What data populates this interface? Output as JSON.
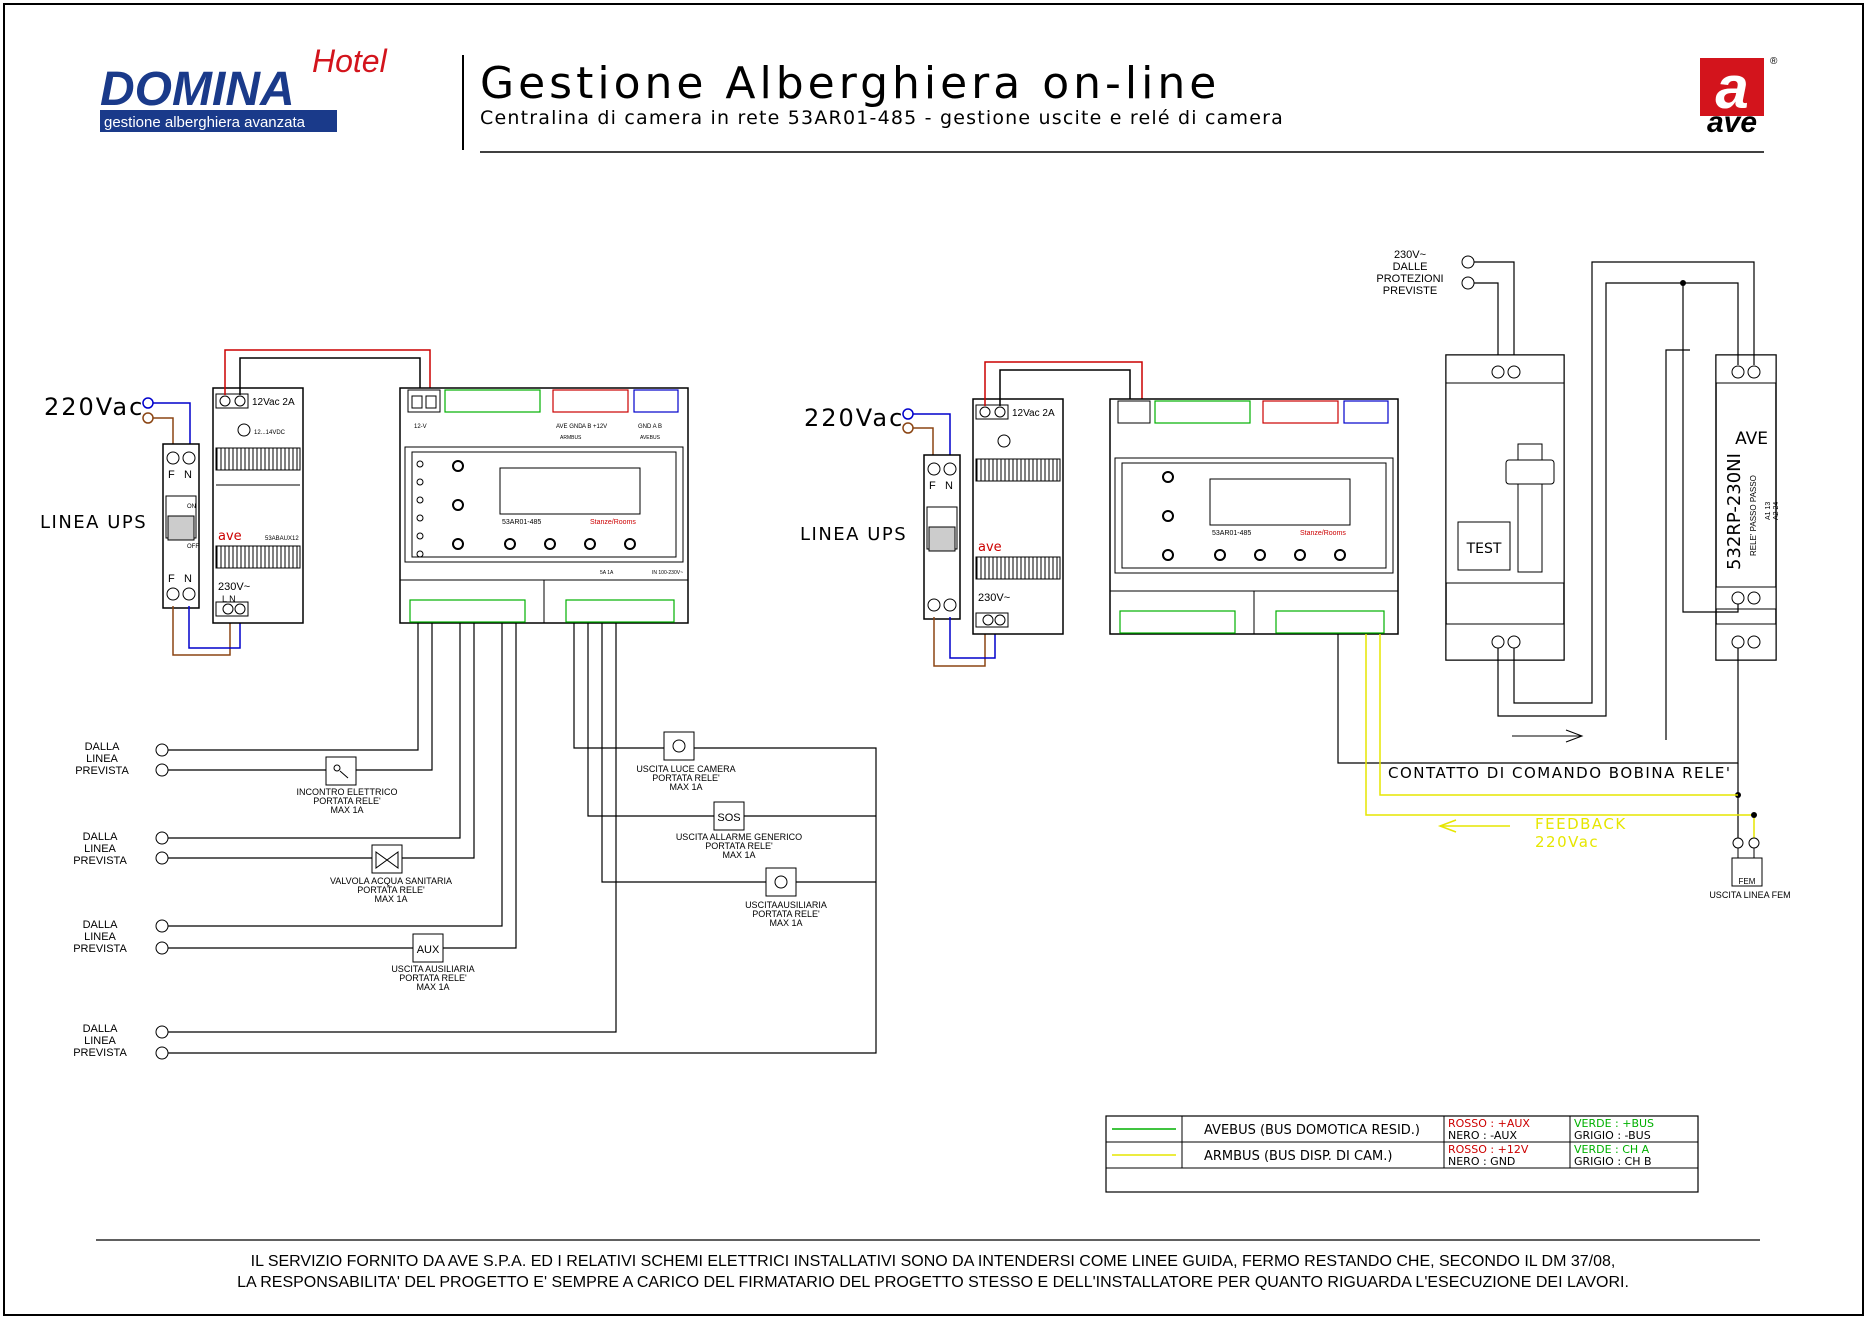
{
  "header": {
    "brand_main": "DOMINA",
    "brand_script": "Hotel",
    "brand_sub": "gestione alberghiera avanzata",
    "title": "Gestione Alberghiera on-line",
    "subtitle": "Centralina di camera in rete 53AR01-485 - gestione uscite e relé di camera",
    "ave_logo_letter": "a",
    "ave_logo_word": "ave",
    "ave_registered": "®"
  },
  "colors": {
    "red": "#cc0000",
    "blue": "#0000cc",
    "green": "#00b000",
    "yellow": "#e6e600",
    "brown": "#8b4513",
    "brand_blue": "#1a3a8a",
    "brand_red": "#d3141c"
  },
  "left": {
    "supply": "220Vac",
    "linea_ups": "LINEA UPS",
    "breaker_f": "F",
    "breaker_n": "N",
    "breaker_on": "ON",
    "breaker_off": "OFF",
    "psu_out": "12Vac 2A",
    "psu_adj": "12...14VDC",
    "psu_brand": "ave",
    "psu_model": "53ABAUX12",
    "psu_in": "230V~",
    "psu_ln": "L N",
    "unit_model": "53AR01-485",
    "unit_rooms": "Stanze/Rooms",
    "unit_top_left": "12-V",
    "unit_terms_a": "AVE GND",
    "unit_terms_b": "A B +12V",
    "unit_terms_c": "GND A B",
    "unit_bus_a": "ARMBUS",
    "unit_bus_b": "AVEBUS",
    "unit_rating": "5A 1A",
    "unit_supply": "IN 100-230V~"
  },
  "right": {
    "supply": "220Vac",
    "linea_ups": "LINEA UPS",
    "protection": [
      "230V~",
      "DALLE",
      "PROTEZIONI",
      "PREVISTE"
    ],
    "test_label": "TEST",
    "relay_brand": "AVE",
    "relay_model": "532RP-230NI",
    "relay_desc_1": "RELE' PASSO PASSO",
    "relay_desc_2": "A1 13",
    "relay_desc_3": "A2 24",
    "contatto": "CONTATTO DI COMANDO BOBINA RELE'",
    "feedback": [
      "FEEDBACK",
      "220Vac"
    ],
    "fem_label": "USCITA LINEA FEM",
    "fem_icon_label": "FEM"
  },
  "sources": {
    "lines": [
      "DALLA",
      "LINEA",
      "PREVISTA"
    ]
  },
  "loads": {
    "incontro": [
      "INCONTRO ELETTRICO",
      "PORTATA RELE'",
      "MAX 1A"
    ],
    "valvola": [
      "VALVOLA ACQUA SANITARIA",
      "PORTATA RELE'",
      "MAX 1A"
    ],
    "aux": [
      "USCITA AUSILIARIA",
      "PORTATA RELE'",
      "MAX 1A"
    ],
    "aux_icon": "AUX",
    "luce": [
      "USCITA LUCE CAMERA",
      "PORTATA RELE'",
      "MAX 1A"
    ],
    "allarme": [
      "USCITA ALLARME GENERICO",
      "PORTATA RELE'",
      "MAX 1A"
    ],
    "sos_icon": "SOS",
    "ausiliaria": [
      "USCITAAUSILIARIA",
      "PORTATA RELE'",
      "MAX 1A"
    ]
  },
  "legend": {
    "row1_bus": "AVEBUS (BUS DOMOTICA RESID.)",
    "row1_rosso": "ROSSO : +AUX",
    "row1_nero": "NERO : -AUX",
    "row1_verde": "VERDE : +BUS",
    "row1_grigio": "GRIGIO : -BUS",
    "row2_bus": "ARMBUS (BUS DISP. DI CAM.)",
    "row2_rosso": "ROSSO : +12V",
    "row2_nero": "NERO : GND",
    "row2_verde": "VERDE : CH A",
    "row2_grigio": "GRIGIO : CH B"
  },
  "footer": {
    "line1": "IL SERVIZIO FORNITO DA AVE S.P.A. ED I RELATIVI SCHEMI ELETTRICI INSTALLATIVI SONO DA INTENDERSI COME LINEE GUIDA, FERMO RESTANDO CHE, SECONDO IL DM 37/08,",
    "line2": "LA RESPONSABILITA' DEL PROGETTO E' SEMPRE A CARICO DEL FIRMATARIO DEL PROGETTO STESSO E DELL'INSTALLATORE PER QUANTO RIGUARDA L'ESECUZIONE DEI LAVORI."
  }
}
